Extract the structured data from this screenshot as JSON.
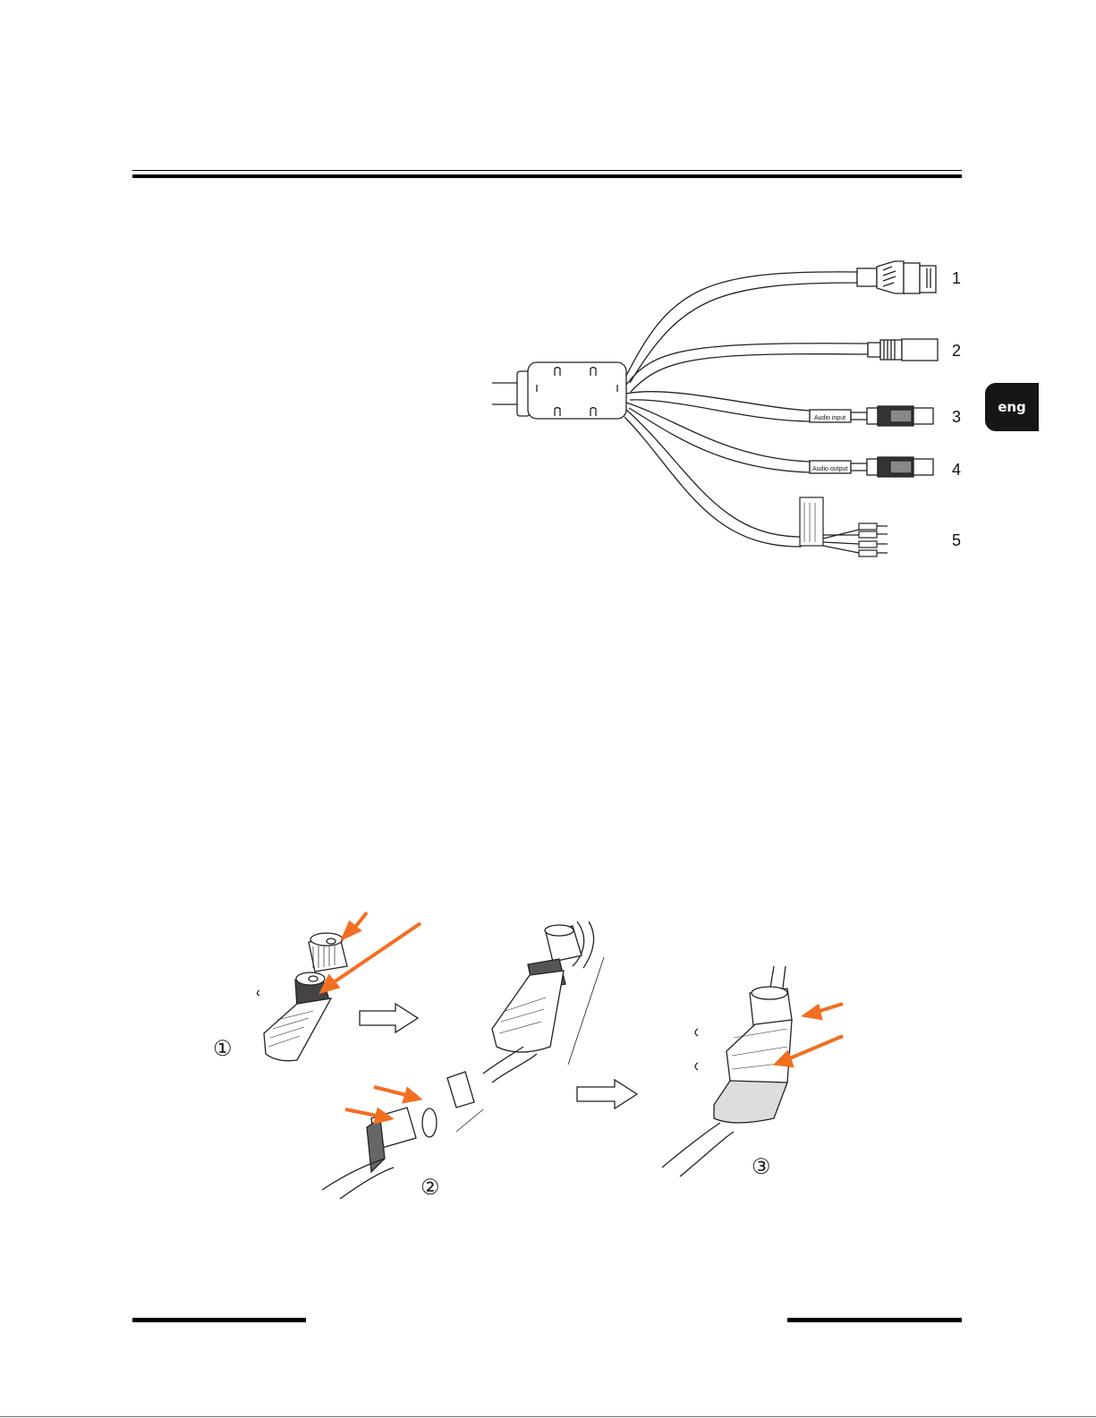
{
  "language_tab": "eng",
  "cable_connectors": {
    "numbers": [
      "1",
      "2",
      "3",
      "4",
      "5"
    ],
    "audio_input_label": "Audio input",
    "audio_output_label": "Audio output"
  },
  "assembly_steps": {
    "step_labels": [
      "①",
      "②",
      "③"
    ]
  },
  "colors": {
    "accent_arrow": "#f26f22",
    "language_tab_bg": "#161616"
  }
}
